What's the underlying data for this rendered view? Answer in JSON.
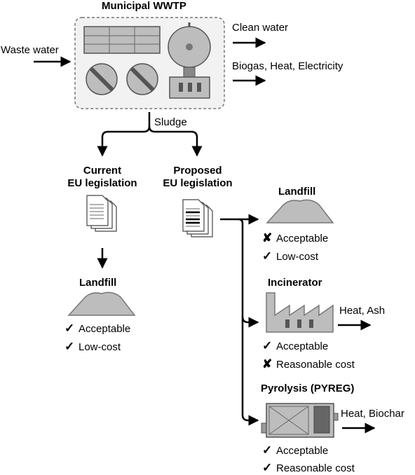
{
  "wwtp": {
    "title": "Municipal WWTP"
  },
  "flows": {
    "input": "Waste water",
    "out_water": "Clean water",
    "out_energy": "Biogas, Heat, Electricity",
    "sludge": "Sludge"
  },
  "legislation": {
    "current_line1": "Current",
    "current_line2": "EU legislation",
    "proposed_line1": "Proposed",
    "proposed_line2": "EU legislation"
  },
  "landfill_current": {
    "title": "Landfill",
    "items": [
      {
        "mark": "✓",
        "text": "Acceptable"
      },
      {
        "mark": "✓",
        "text": "Low-cost"
      }
    ]
  },
  "landfill_proposed": {
    "title": "Landfill",
    "items": [
      {
        "mark": "✘",
        "text": "Acceptable"
      },
      {
        "mark": "✓",
        "text": "Low-cost"
      }
    ]
  },
  "incinerator": {
    "title": "Incinerator",
    "output": "Heat, Ash",
    "items": [
      {
        "mark": "✓",
        "text": "Acceptable"
      },
      {
        "mark": "✘",
        "text": "Reasonable cost"
      }
    ]
  },
  "pyrolysis": {
    "title": "Pyrolysis (PYREG)",
    "output": "Heat, Biochar",
    "items": [
      {
        "mark": "✓",
        "text": "Acceptable"
      },
      {
        "mark": "✓",
        "text": "Reasonable cost"
      }
    ]
  }
}
